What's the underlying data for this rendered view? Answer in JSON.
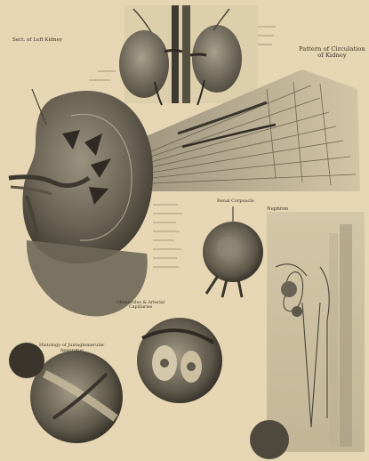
{
  "plate": {
    "captions": {
      "section": "Sect. of Left Kidney",
      "pattern_line1": "Pattern of Circulation",
      "pattern_line2": "of Kidney",
      "corpuscle": "Renal Corpuscle",
      "nephron": "Nephron",
      "glomerulus_line1": "Glomerulus & Arterial",
      "glomerulus_line2": "Capillaries",
      "histology_line1": "Histology of Juxtaglomerular",
      "histology_line2": "Apparatus"
    }
  },
  "colors": {
    "paper": "#e6d6b4",
    "tissue_dark": "#4a4438",
    "tissue_mid": "#8a8272",
    "tissue_light": "#b7ad98",
    "ink": "#3a3024"
  }
}
